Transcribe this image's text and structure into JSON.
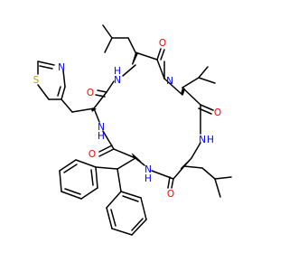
{
  "molecule": {
    "colors": {
      "bond": "#000000",
      "oxygen": "#ff0000",
      "nitrogen": "#0000ff",
      "sulfur": "#b8a000",
      "background": "#ffffff"
    },
    "labels": {
      "o_top": "O",
      "o_leu_top": "O",
      "o_right": "O",
      "o_left": "O",
      "o_bottom": "O",
      "n_nh_top": "N",
      "h_nh_top": "H",
      "n_methyl": "N",
      "n_nh_right": "N",
      "h_nh_right": "H",
      "n_nh_left": "N",
      "h_nh_left": "H",
      "n_nh_bottom": "N",
      "h_nh_bottom": "H",
      "s_thiazole": "S",
      "n_thiazole": "N"
    }
  }
}
